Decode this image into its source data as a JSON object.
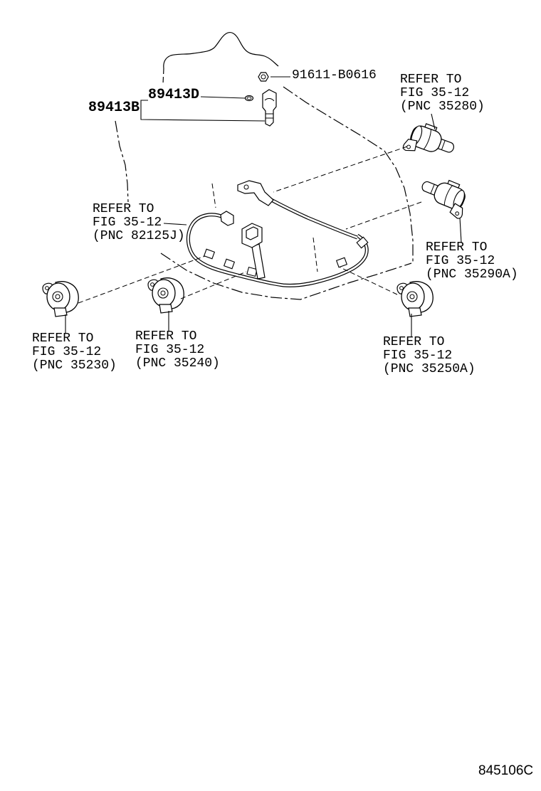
{
  "diagram": {
    "part_numbers": [
      "91611-B0616",
      "89413D",
      "89413B"
    ],
    "references": [
      {
        "line1": "REFER TO",
        "line2": "FIG 35-12",
        "line3": "(PNC 35280)"
      },
      {
        "line1": "REFER TO",
        "line2": "FIG 35-12",
        "line3": "(PNC 82125J)"
      },
      {
        "line1": "REFER TO",
        "line2": "FIG 35-12",
        "line3": "(PNC 35290A)"
      },
      {
        "line1": "REFER TO",
        "line2": "FIG 35-12",
        "line3": "(PNC 35230)"
      },
      {
        "line1": "REFER TO",
        "line2": "FIG 35-12",
        "line3": "(PNC 35240)"
      },
      {
        "line1": "REFER TO",
        "line2": "FIG 35-12",
        "line3": "(PNC 35250A)"
      }
    ],
    "figure_code": "845106C"
  },
  "colors": {
    "line": "#000000",
    "background": "#ffffff"
  }
}
